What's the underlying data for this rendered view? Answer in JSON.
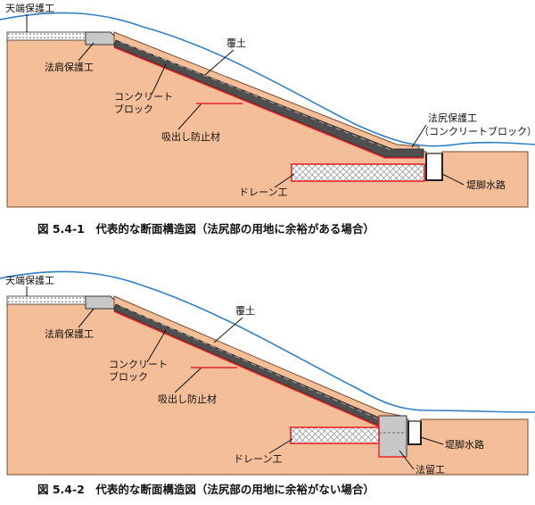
{
  "colors": {
    "soil": "#F4BE98",
    "soil_stroke": "#7A4A2A",
    "water_line": "#2F7FC4",
    "block": "#4F4F4F",
    "block_light": "#8A8A8A",
    "concrete": "#C8C8C8",
    "leader_red": "#E6242A",
    "drain_fill": "#FFFFFF"
  },
  "figure1": {
    "labels": {
      "crest_protection": "天端保護工",
      "shoulder_protection": "法肩保護工",
      "cover_soil": "覆土",
      "concrete_block_1": "コンクリート",
      "concrete_block_2": "ブロック",
      "suction_prevention": "吸出し防止材",
      "toe_protection": "法尻保護工",
      "toe_protection_sub": "（コンクリートブロック）",
      "drain": "ドレーン工",
      "toe_channel": "堤脚水路"
    },
    "caption": "図 5.4-1　代表的な断面構造図（法尻部の用地に余裕がある場合）"
  },
  "figure2": {
    "labels": {
      "crest_protection": "天端保護工",
      "shoulder_protection": "法肩保護工",
      "cover_soil": "覆土",
      "concrete_block_1": "コンクリート",
      "concrete_block_2": "ブロック",
      "suction_prevention": "吸出し防止材",
      "drain": "ドレーン工",
      "toe_channel": "堤脚水路",
      "toe_retaining": "法留工"
    },
    "caption": "図 5.4-2　代表的な断面構造図（法尻部の用地に余裕がない場合）"
  }
}
